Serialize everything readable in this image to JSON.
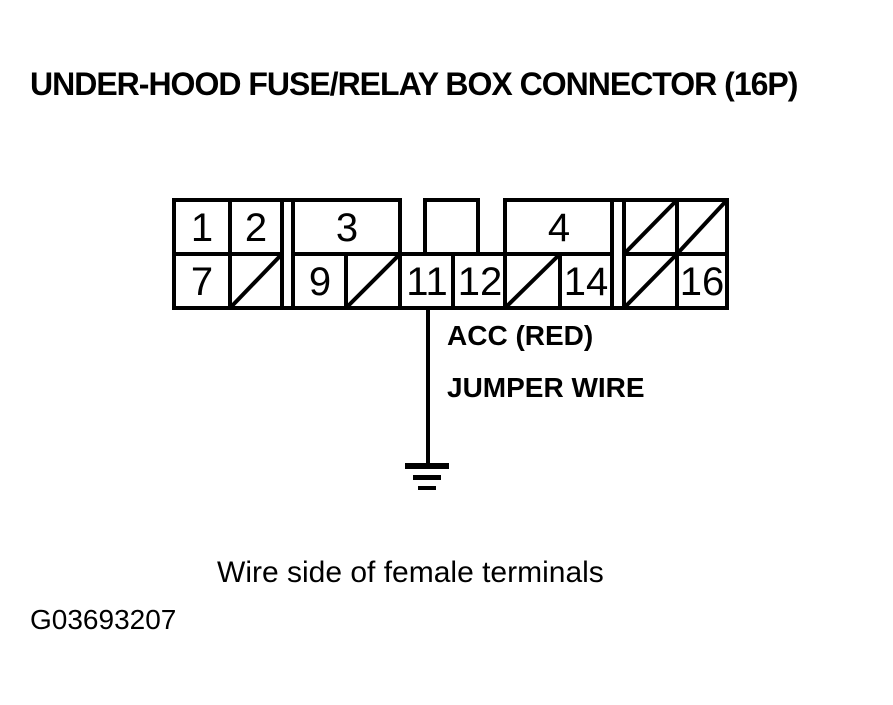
{
  "page": {
    "title": "UNDER-HOOD FUSE/RELAY BOX CONNECTOR (16P)",
    "caption": "Wire side of female terminals",
    "figure_id": "G03693207"
  },
  "connector": {
    "pins": {
      "p1": "1",
      "p2": "2",
      "p3": "3",
      "p4": "4",
      "p7": "7",
      "p9": "9",
      "p11": "11",
      "p12": "12",
      "p14": "14",
      "p16": "16"
    }
  },
  "wire": {
    "terminal_label": "ACC (RED)",
    "wire_label": "JUMPER WIRE"
  },
  "colors": {
    "ink": "#000000",
    "background": "#ffffff"
  }
}
